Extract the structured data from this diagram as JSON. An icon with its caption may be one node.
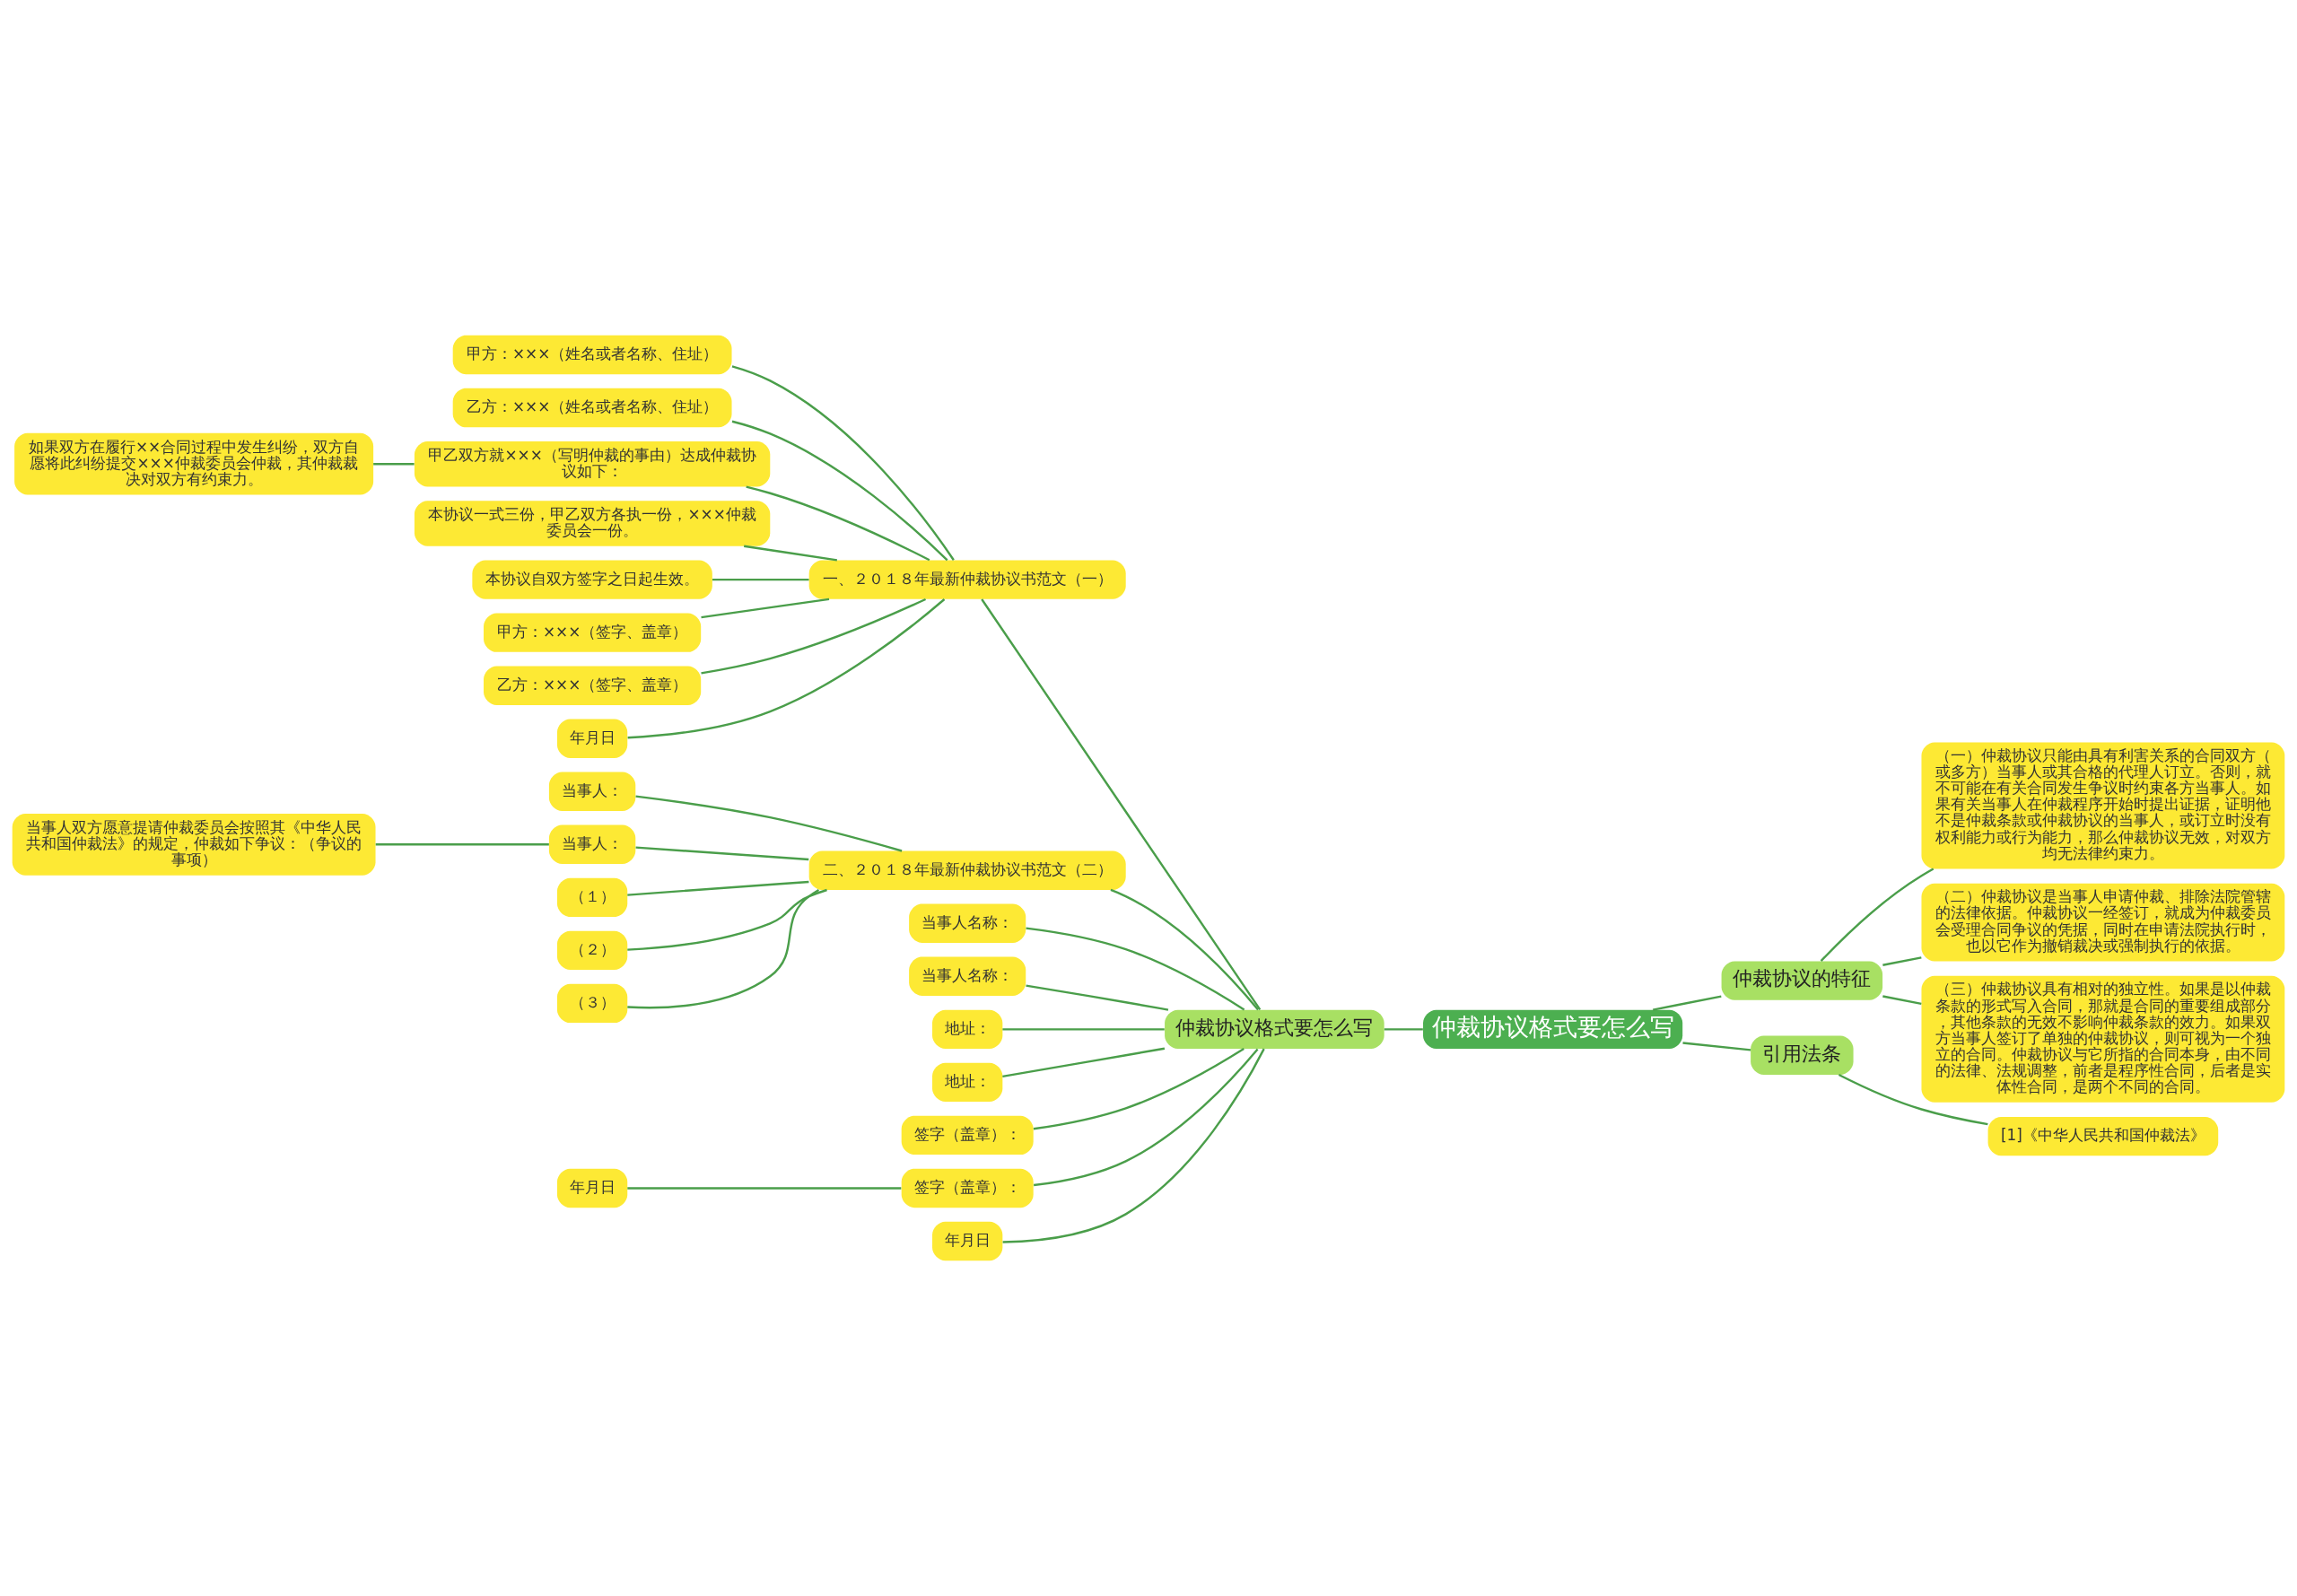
{
  "diagram": {
    "nodes": [
      {
        "text": [
          "仲裁协议格式要怎么写"
        ]
      },
      {
        "text": [
          "仲裁协议格式要怎么写"
        ]
      },
      {
        "text": [
          "一、２０１８年最新仲裁协议书范文（一）"
        ]
      },
      {
        "text": [
          "甲方：×××（姓名或者名称、住址）"
        ]
      },
      {
        "text": [
          "乙方：×××（姓名或者名称、住址）"
        ]
      },
      {
        "text": [
          "甲乙双方就×××（写明仲裁的事由）达成仲裁协议如下："
        ]
      },
      {
        "text": [
          "如果双方在履行××合同过程中发生纠纷，双方自愿将此纠纷提交×××仲裁委员会仲裁，其仲裁裁决对双方有约束力。"
        ]
      },
      {
        "text": [
          "本协议一式三份，甲乙双方各执一份，×××仲裁委员会一份。"
        ]
      },
      {
        "text": [
          "本协议自双方签字之日起生效。"
        ]
      },
      {
        "text": [
          "甲方：×××（签字、盖章）"
        ]
      },
      {
        "text": [
          "乙方：×××（签字、盖章）"
        ]
      },
      {
        "text": [
          "年月日"
        ]
      },
      {
        "text": [
          "二、２０１８年最新仲裁协议书范文（二）"
        ]
      },
      {
        "text": [
          "当事人："
        ]
      },
      {
        "text": [
          "当事人："
        ]
      },
      {
        "text": [
          "当事人双方愿意提请仲裁委员会按照其《中华人民共和国仲裁法》的规定，仲裁如下争议：（争议的事项）"
        ]
      },
      {
        "text": [
          "（１）"
        ]
      },
      {
        "text": [
          "（２）"
        ]
      },
      {
        "text": [
          "（３）"
        ]
      },
      {
        "text": [
          "当事人名称："
        ]
      },
      {
        "text": [
          "当事人名称："
        ]
      },
      {
        "text": [
          "地址："
        ]
      },
      {
        "text": [
          "地址："
        ]
      },
      {
        "text": [
          "签字（盖章）："
        ]
      },
      {
        "text": [
          "签字（盖章）："
        ]
      },
      {
        "text": [
          "年月日"
        ]
      },
      {
        "text": [
          "年月日"
        ]
      },
      {
        "text": [
          "仲裁协议的特征"
        ]
      },
      {
        "text": [
          "（一）仲裁协议只能由具有利害关系的合同双方（或多方）当事人或其合格的代理人订立。否则，就不可能在有关合同发生争议时约束各方当事人。如果有关当事人在仲裁程序开始时提出证据，证明他不是仲裁条款或仲裁协议的当事人，或订立时没有权利能力或行为能力，那么仲裁协议无效，对双方均无法律约束力。"
        ]
      },
      {
        "text": [
          "（二）仲裁协议是当事人申请仲裁、排除法院管辖的法律依据。仲裁协议一经签订，就成为仲裁委员会受理合同争议的凭据，同时在申请法院执行时，也以它作为撤销裁决或强制执行的依据。"
        ]
      },
      {
        "text": [
          "（三）仲裁协议具有相对的独立性。如果是以仲裁条款的形式写入合同，那就是合同的重要组成部分，其他条款的无效不影响仲裁条款的效力。如果双方当事人签订了单独的仲裁协议，则可视为一个独立的合同。仲裁协议与它所指的合同本身，由不同的法律、法规调整，前者是程序性合同，后者是实体性合同，是两个不同的合同。"
        ]
      },
      {
        "text": [
          "引用法条"
        ]
      },
      {
        "text": [
          "[1]《中华人民共和国仲裁法》"
        ]
      }
    ],
    "edges": [
      {
        "from": 1,
        "to": 0,
        "arrow": "none"
      },
      {
        "from": 2,
        "to": 1,
        "arrow": "none"
      },
      {
        "from": 3,
        "to": 2,
        "arrow": "none"
      },
      {
        "from": 4,
        "to": 2,
        "arrow": "none"
      },
      {
        "from": 5,
        "to": 2,
        "arrow": "none"
      },
      {
        "from": 6,
        "to": 5,
        "arrow": "none"
      },
      {
        "from": 7,
        "to": 2,
        "arrow": "none"
      },
      {
        "from": 8,
        "to": 2,
        "arrow": "none"
      },
      {
        "from": 9,
        "to": 2,
        "arrow": "none"
      },
      {
        "from": 10,
        "to": 2,
        "arrow": "none"
      },
      {
        "from": 11,
        "to": 2,
        "arrow": "none"
      },
      {
        "from": 12,
        "to": 1,
        "arrow": "none"
      },
      {
        "from": 13,
        "to": 12,
        "arrow": "none"
      },
      {
        "from": 14,
        "to": 12,
        "arrow": "none"
      },
      {
        "from": 15,
        "to": 14,
        "arrow": "none"
      },
      {
        "from": 16,
        "to": 12,
        "arrow": "none"
      },
      {
        "from": 17,
        "to": 12,
        "arrow": "none"
      },
      {
        "from": 18,
        "to": 12,
        "arrow": "none"
      },
      {
        "from": 19,
        "to": 1,
        "arrow": "none"
      },
      {
        "from": 20,
        "to": 1,
        "arrow": "none"
      },
      {
        "from": 21,
        "to": 1,
        "arrow": "none"
      },
      {
        "from": 22,
        "to": 1,
        "arrow": "none"
      },
      {
        "from": 23,
        "to": 1,
        "arrow": "none"
      },
      {
        "from": 24,
        "to": 1,
        "arrow": "none"
      },
      {
        "from": 25,
        "to": 24,
        "arrow": "none"
      },
      {
        "from": 26,
        "to": 1,
        "arrow": "none"
      },
      {
        "from": 0,
        "to": 27,
        "arrow": "none"
      },
      {
        "from": 27,
        "to": 28,
        "arrow": "none"
      },
      {
        "from": 27,
        "to": 29,
        "arrow": "none"
      },
      {
        "from": 27,
        "to": 30,
        "arrow": "none"
      },
      {
        "from": 0,
        "to": 31,
        "arrow": "none"
      },
      {
        "from": 31,
        "to": 32,
        "arrow": "none"
      }
    ]
  }
}
